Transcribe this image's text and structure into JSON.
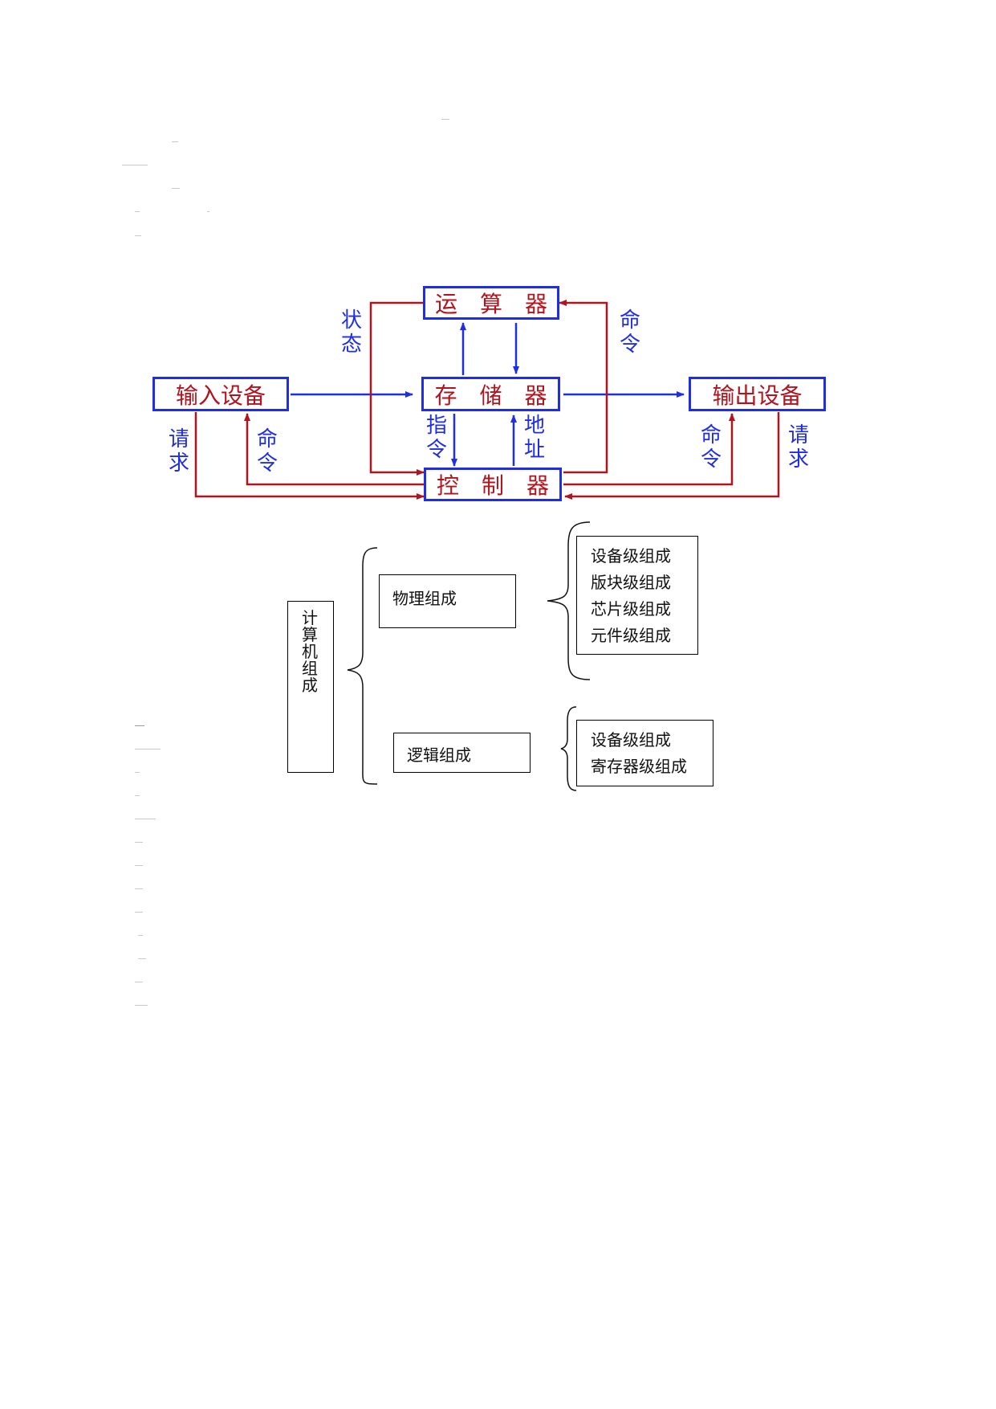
{
  "diagram": {
    "units": {
      "alu": "运　算　器",
      "memory": "存　储　器",
      "controller": "控　制　器",
      "input": "输入设备",
      "output": "输出设备"
    },
    "labels": {
      "status": "状\n态",
      "command_top": "命\n令",
      "request_left": "请\n求",
      "command_left": "命\n令",
      "instruction": "指\n令",
      "address": "地\n址",
      "command_right": "命\n令",
      "request_right": "请\n求"
    },
    "colors": {
      "box_border": "#1f2de6",
      "box_text": "#b0141e",
      "data_arrow": "#1f2de6",
      "control_arrow": "#b0141e"
    }
  },
  "tree": {
    "root": "计\n算\n机\n组\n成",
    "physical": {
      "label": "物理组成",
      "items": [
        "设备级组成",
        "版块级组成",
        "芯片级组成",
        "元件级组成"
      ]
    },
    "logical": {
      "label": "逻辑组成",
      "items": [
        "设备级组成",
        "寄存器级组成"
      ]
    }
  }
}
